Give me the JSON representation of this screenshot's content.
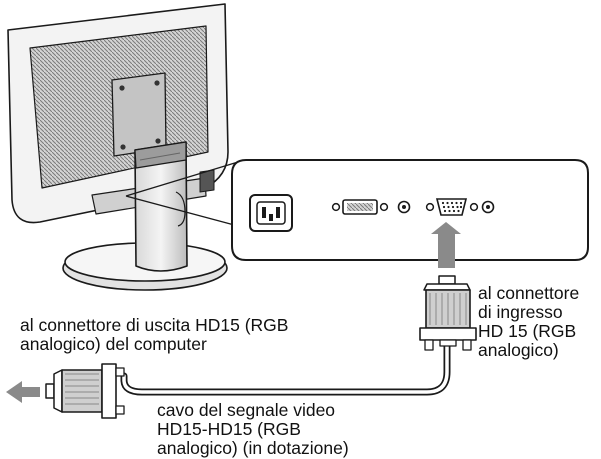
{
  "labels": {
    "input_connector": "al connettore\ndi ingresso\nHD 15 (RGB\nanalogico)",
    "output_connector": "al connettore di uscita HD15 (RGB\nanalogico) del computer",
    "cable": "cavo del segnale video\nHD15-HD15 (RGB\nanalogico) (in dotazione)"
  },
  "colors": {
    "line": "#1a1a1a",
    "panel_fill": "#ffffff",
    "shade": "#9c9c9c",
    "arrow": "#8a8a8a"
  }
}
